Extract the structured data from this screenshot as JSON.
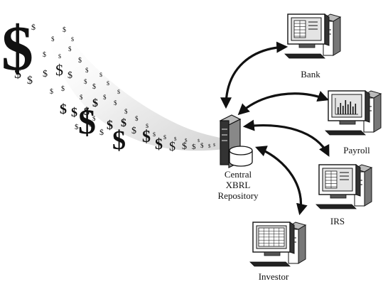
{
  "nodes": {
    "bank": {
      "label": "Bank",
      "screen": "form"
    },
    "payroll": {
      "label": "Payroll",
      "screen": "bar-chart"
    },
    "irs": {
      "label": "IRS",
      "screen": "form"
    },
    "investor": {
      "label": "Investor",
      "screen": "spreadsheet"
    }
  },
  "repository": {
    "line1": "Central",
    "line2": "XBRL",
    "line3": "Repository"
  },
  "symbols": {
    "dollar": "$"
  },
  "colors": {
    "ink": "#111111",
    "screen_fill": "#e4e4e4",
    "stream_fill": "#d8d8d8"
  }
}
